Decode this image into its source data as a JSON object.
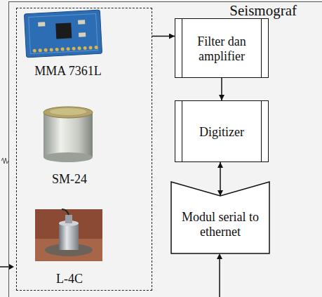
{
  "diagram": {
    "nodes": [
      {
        "text": [
          "Seismograf"
        ]
      },
      {
        "text": [],
        "in": 0
      },
      {
        "text": [
          "MMA 7361L"
        ],
        "in": 1
      },
      {
        "text": [
          "SM-24"
        ],
        "in": 1
      },
      {
        "text": [
          "L-4C"
        ],
        "in": 1
      },
      {
        "text": [
          "Filter dan amplifier"
        ],
        "in": 0
      },
      {
        "text": [
          "Digitizer"
        ],
        "in": 0
      },
      {
        "text": [
          "Modul serial to ethernet"
        ],
        "in": 0
      }
    ],
    "edges": [
      {
        "from": 2,
        "to": 5,
        "arrow": "to"
      },
      {
        "from": 5,
        "to": 6,
        "arrow": "to"
      },
      {
        "from": 6,
        "to": 7,
        "arrow": "both"
      }
    ]
  }
}
